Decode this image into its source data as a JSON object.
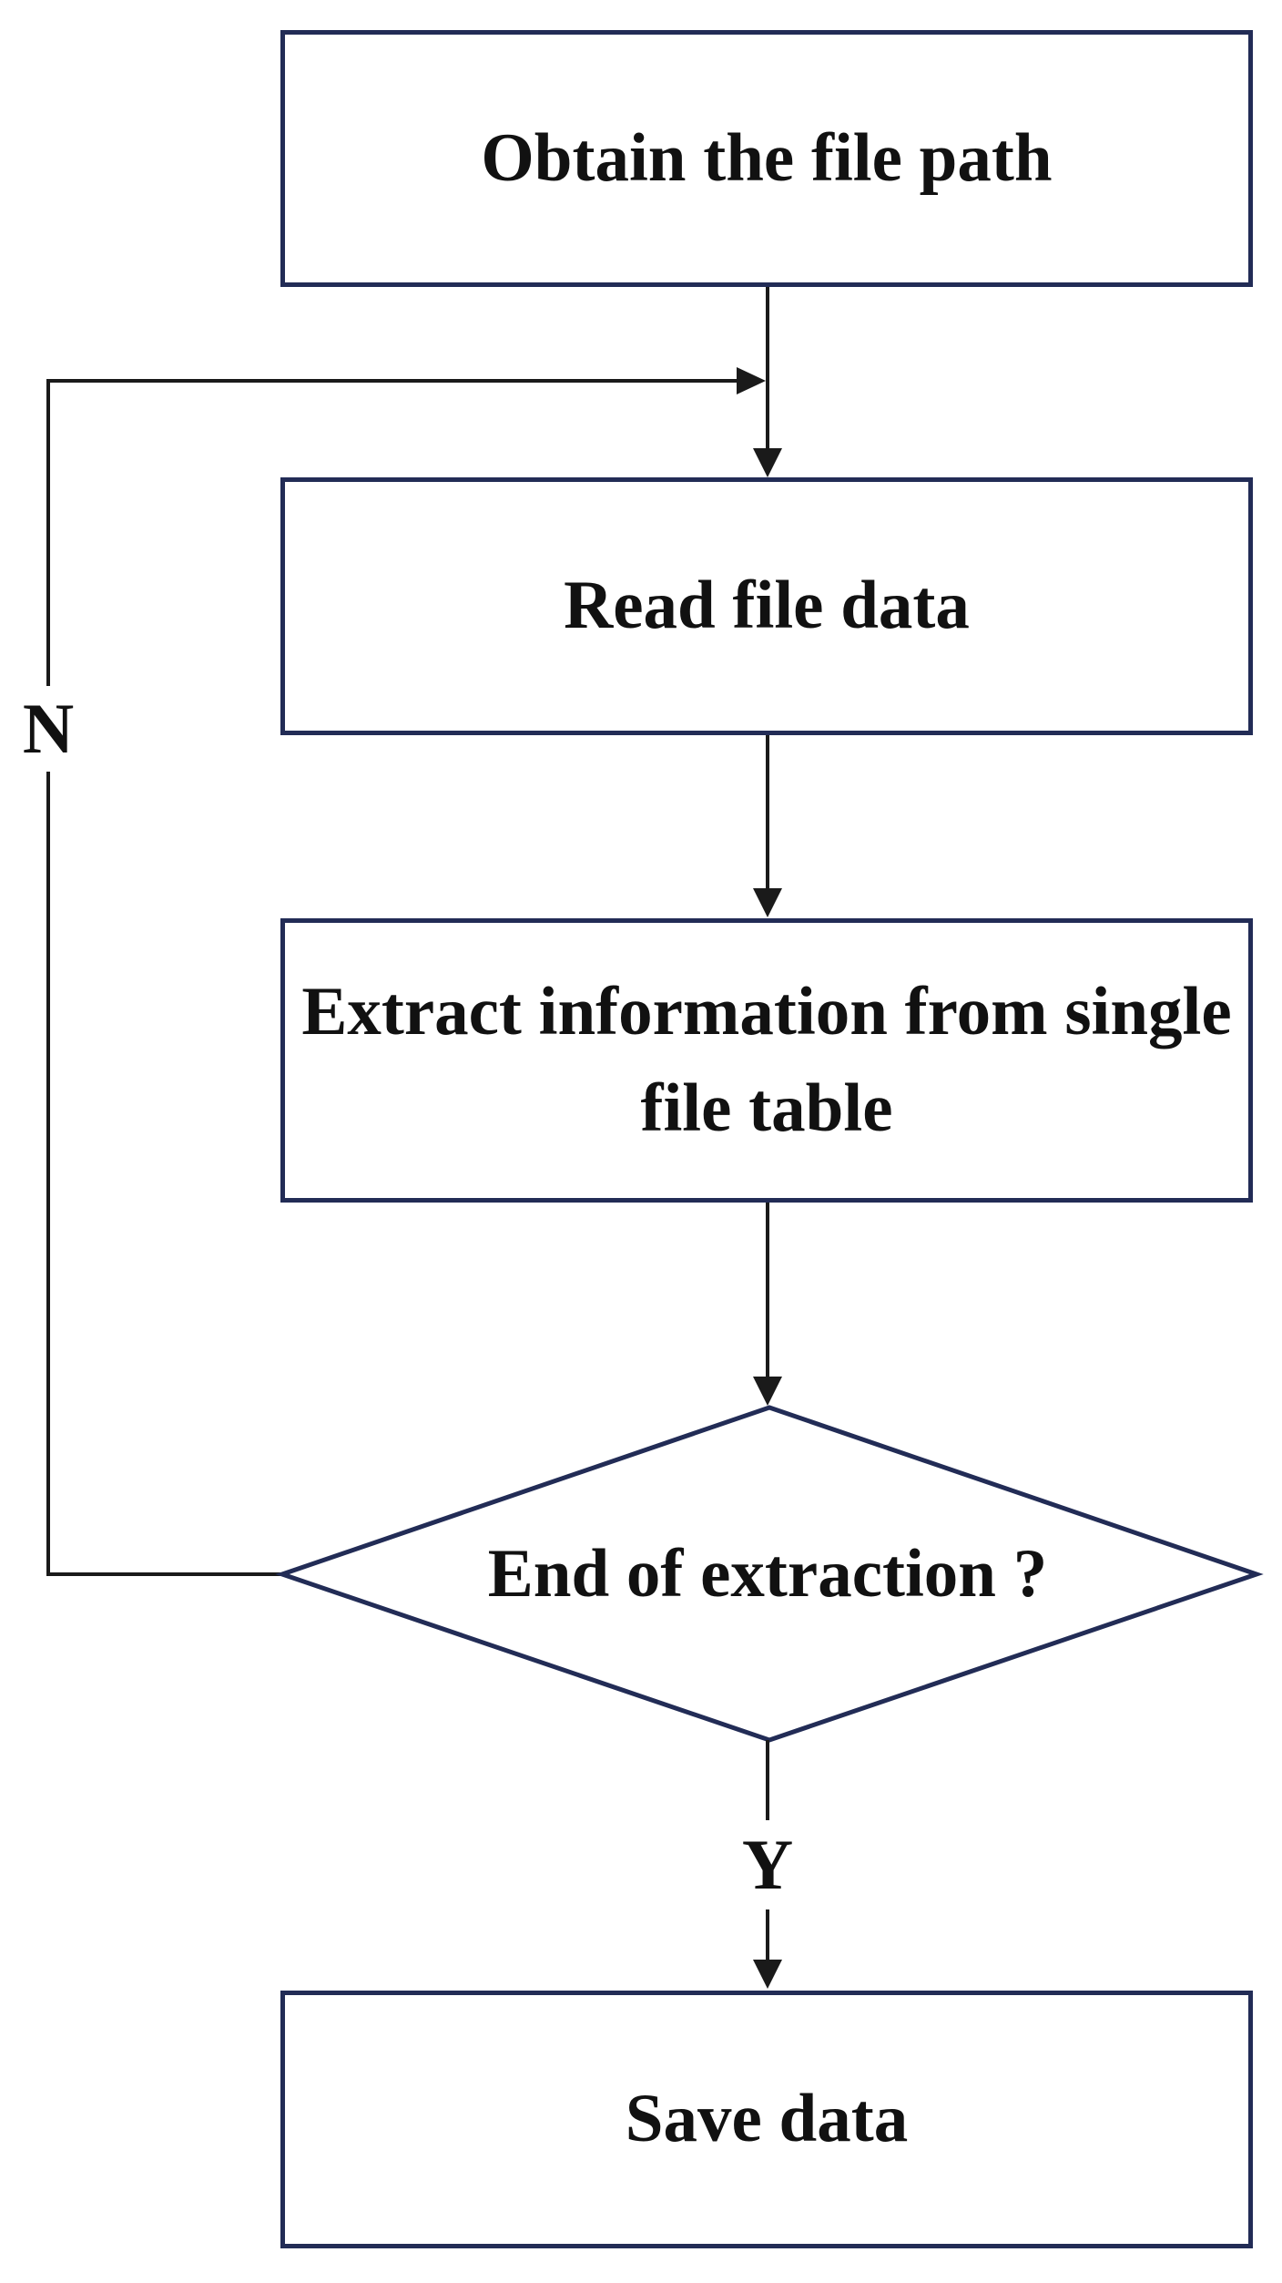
{
  "diagram": {
    "type": "flowchart",
    "colors": {
      "node_border": "#222c56",
      "node_fill": "#ffffff",
      "connector": "#1a1a1a",
      "arrowhead": "#1a1a1a",
      "text": "#111111",
      "background": "#ffffff"
    },
    "nodes": [
      {
        "id": "obtain",
        "shape": "rectangle",
        "label": "Obtain the file path"
      },
      {
        "id": "read",
        "shape": "rectangle",
        "label": "Read file data"
      },
      {
        "id": "extract",
        "shape": "rectangle",
        "label": "Extract information from single file table"
      },
      {
        "id": "decision",
        "shape": "diamond",
        "label": "End of extraction ?"
      },
      {
        "id": "save",
        "shape": "rectangle",
        "label": "Save data"
      }
    ],
    "branch_labels": {
      "yes": "Y",
      "no": "N"
    },
    "edges": [
      {
        "from": "obtain",
        "to": "read",
        "label": ""
      },
      {
        "from": "read",
        "to": "extract",
        "label": ""
      },
      {
        "from": "extract",
        "to": "decision",
        "label": ""
      },
      {
        "from": "decision",
        "to": "save",
        "label": "Y"
      },
      {
        "from": "decision",
        "to": "read",
        "label": "N"
      }
    ]
  }
}
